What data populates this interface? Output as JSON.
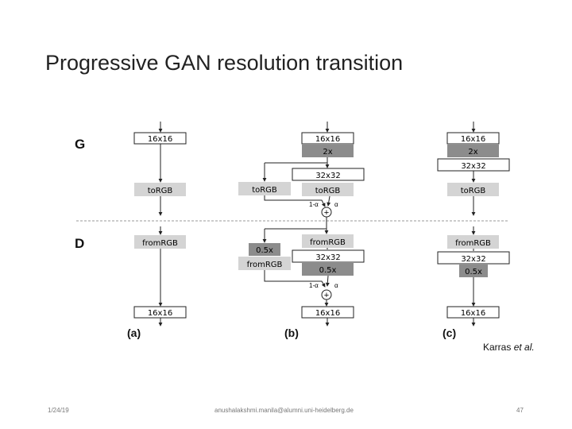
{
  "slide": {
    "title": "Progressive GAN resolution transition",
    "credit_author": "Karras",
    "credit_etal": "et al.",
    "footer_date": "1/24/19",
    "footer_email": "anushalakshmi.manila@alumni.uni-heidelberg.de",
    "footer_page": "47"
  },
  "diagram": {
    "section_g": "G",
    "section_d": "D",
    "labels": {
      "res16": "16x16",
      "res32": "32x32",
      "up": "2x",
      "down": "0.5x",
      "to_rgb": "toRGB",
      "from_rgb": "fromRGB",
      "one_minus_alpha": "1-α",
      "alpha": "α",
      "plus": "+"
    },
    "panel_a": "(a)",
    "panel_b": "(b)",
    "panel_c": "(c)"
  },
  "colors": {
    "white_box": "#ffffff",
    "light_box": "#d4d4d4",
    "dark_box": "#8c8c8c",
    "line": "#222222",
    "divider": "#9a9a9a"
  }
}
